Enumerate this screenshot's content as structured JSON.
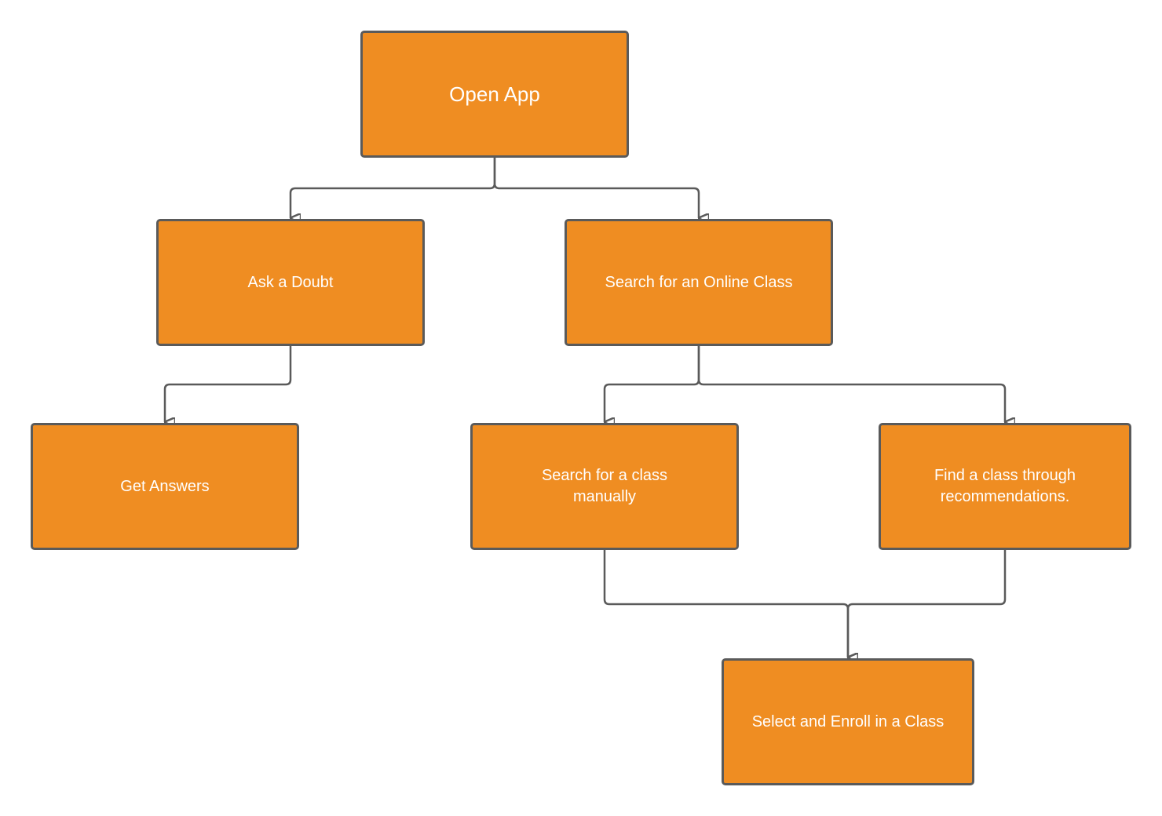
{
  "colors": {
    "node_fill": "#ef8d22",
    "node_border": "#5a5a5a",
    "connector": "#5a5a5a",
    "text": "#ffffff",
    "background": "#ffffff"
  },
  "nodes": {
    "open_app": "Open App",
    "ask_doubt": "Ask a Doubt",
    "search_online_class": "Search for an Online Class",
    "get_answers": "Get Answers",
    "search_manually": "Search for a class manually",
    "find_recommendations": "Find a class through recommendations.",
    "select_enroll": "Select and Enroll in a Class"
  },
  "edges": [
    {
      "from": "Open App",
      "to": "Ask a Doubt"
    },
    {
      "from": "Open App",
      "to": "Search for an Online Class"
    },
    {
      "from": "Ask a Doubt",
      "to": "Get Answers"
    },
    {
      "from": "Search for an Online Class",
      "to": "Search for a class manually"
    },
    {
      "from": "Search for an Online Class",
      "to": "Find a class through recommendations."
    },
    {
      "from": "Search for a class manually",
      "to": "Select and Enroll in a Class"
    },
    {
      "from": "Find a class through recommendations.",
      "to": "Select and Enroll in a Class"
    }
  ]
}
